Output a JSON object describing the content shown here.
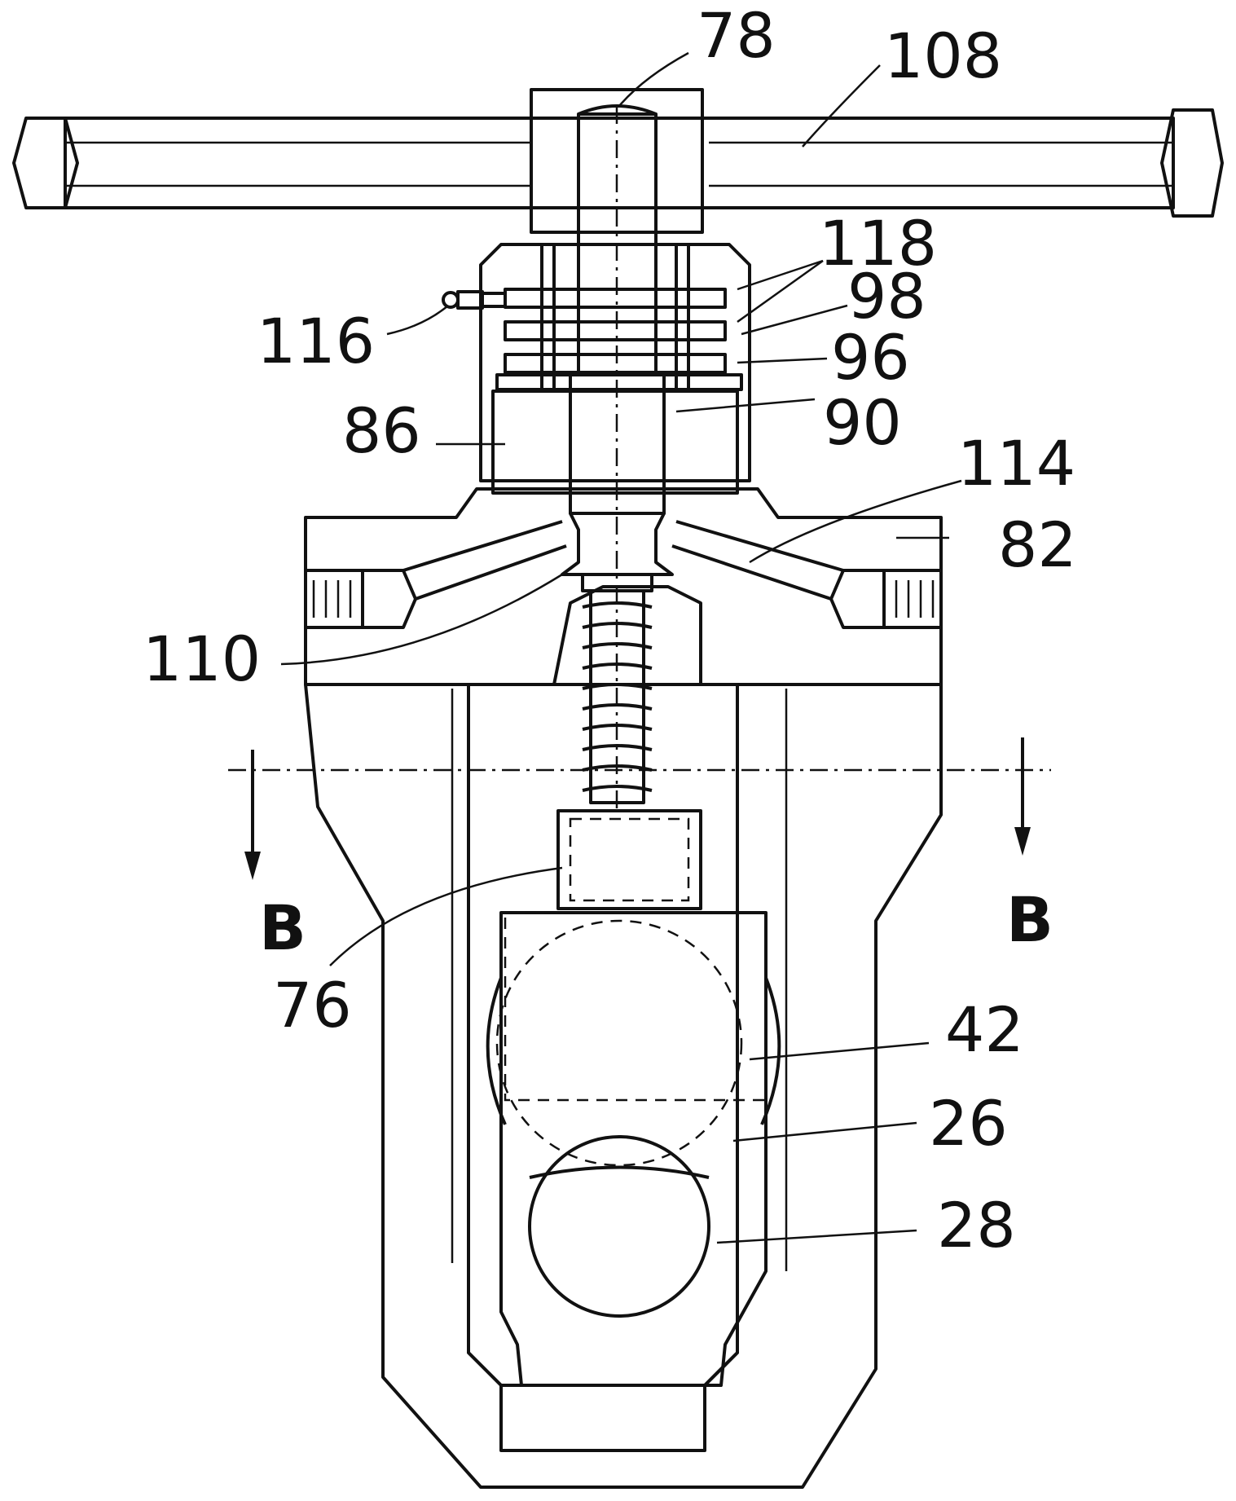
{
  "figure": {
    "labels": {
      "l78": "78",
      "l108": "108",
      "l118": "118",
      "l98": "98",
      "l116": "116",
      "l96": "96",
      "l86": "86",
      "l90": "90",
      "l114": "114",
      "l82": "82",
      "l110": "110",
      "l76": "76",
      "l42": "42",
      "l26": "26",
      "l28": "28",
      "section_left": "B",
      "section_right": "B"
    }
  }
}
